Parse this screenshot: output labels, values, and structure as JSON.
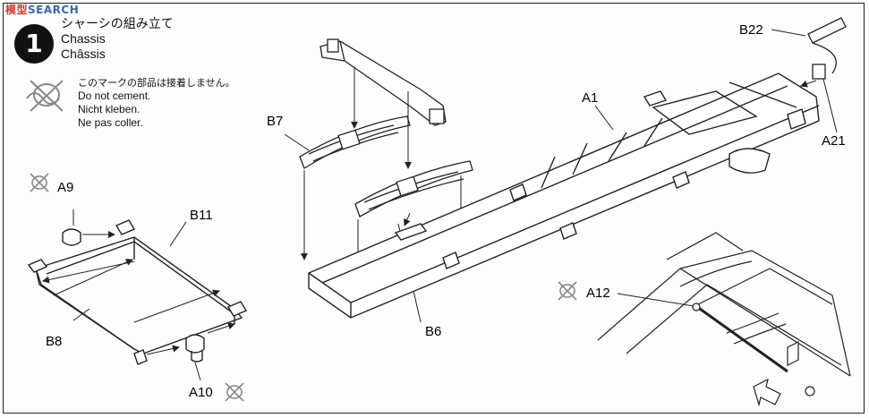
{
  "watermark": {
    "part1": "模型",
    "part2": "SEARCH"
  },
  "step": {
    "number": "1",
    "title_jp": "シャーシの組み立て",
    "title_en": "Chassis",
    "title_fr": "Châssis"
  },
  "do_not_cement": {
    "jp": "このマークの部品は接着しません。",
    "en": "Do not cement.",
    "de": "Nicht kleben.",
    "fr": "Ne pas coller."
  },
  "labels": {
    "a9": "A9",
    "b11": "B11",
    "b8": "B8",
    "a10": "A10",
    "b7": "B7",
    "b6": "B6",
    "a1": "A1",
    "b22": "B22",
    "a21": "A21",
    "a12": "A12"
  },
  "icons": [
    "no-cement-icon",
    "arrow-icon",
    "leaf-spring-icon"
  ]
}
